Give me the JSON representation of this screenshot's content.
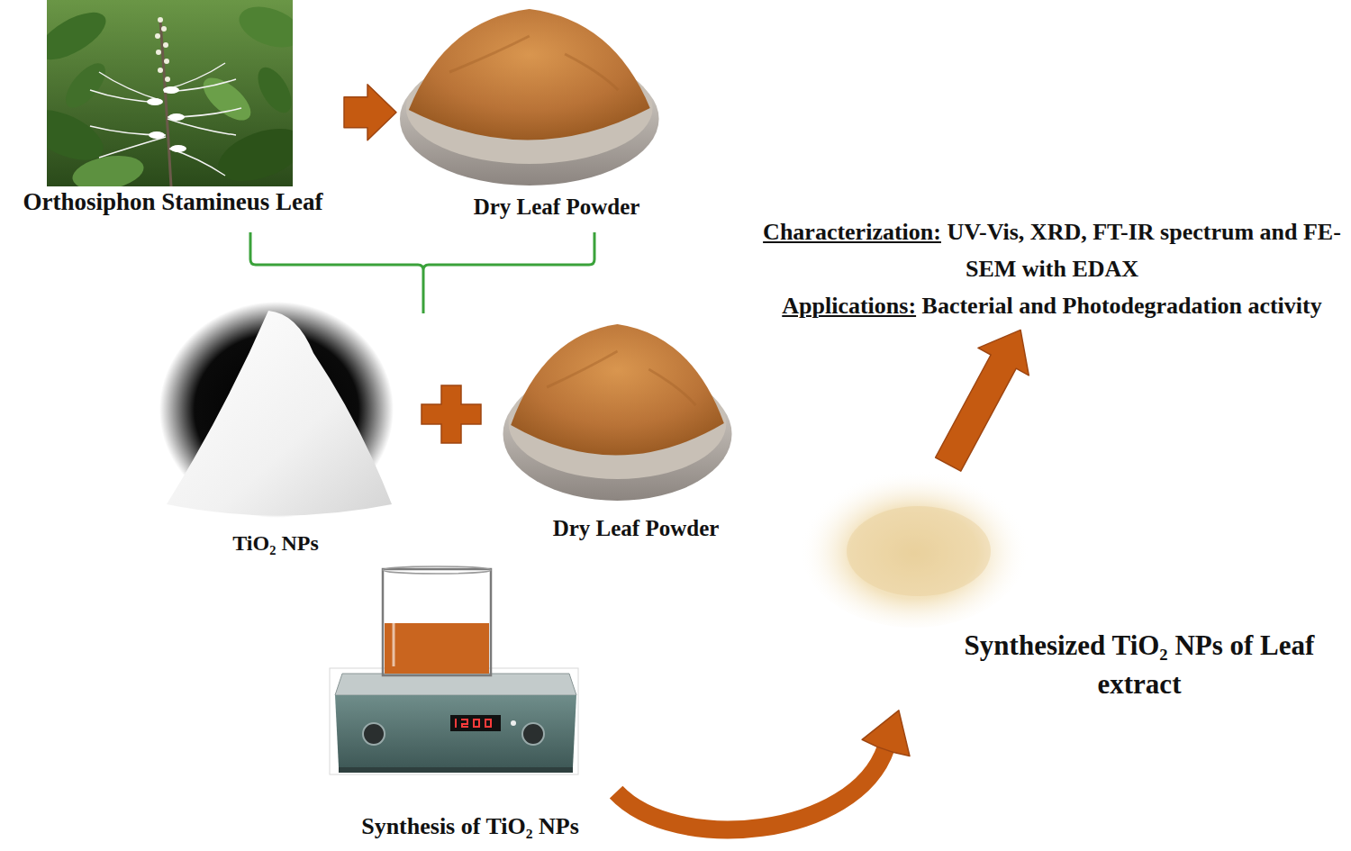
{
  "diagram": {
    "nodes": [
      {
        "text": [
          "Orthosiphon Stamineus Leaf"
        ]
      },
      {
        "text": [
          "Dry Leaf Powder"
        ]
      },
      {
        "text": [
          "TiO₂ NPs"
        ]
      },
      {
        "text": [
          "Dry Leaf Powder"
        ]
      },
      {
        "text": [
          "Synthesis of TiO₂ NPs"
        ]
      },
      {
        "text": [
          "Synthesized TiO₂ NPs of Leaf extract"
        ]
      },
      {
        "text": [
          "Characterization:",
          "UV-Vis, XRD, FT-IR spectrum and FE-SEM with EDAX",
          "Applications:",
          "Bacterial and Photodegradation activity"
        ]
      }
    ],
    "edges": [
      {
        "from": 0,
        "to": 1,
        "arrow": "to"
      },
      {
        "from": 4,
        "to": 5,
        "arrow": "to"
      },
      {
        "from": 5,
        "to": 6,
        "arrow": "to"
      }
    ]
  }
}
